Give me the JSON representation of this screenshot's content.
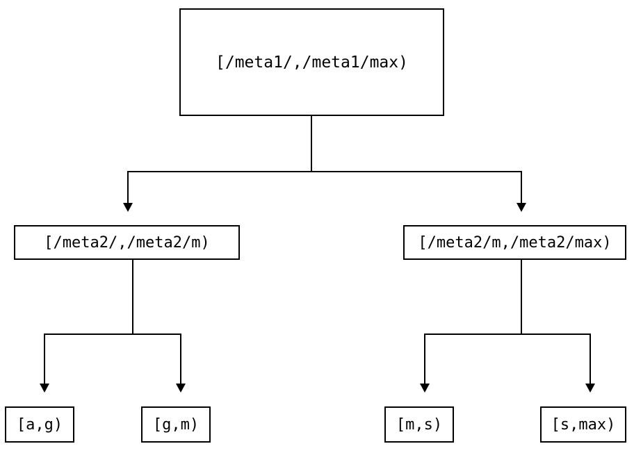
{
  "diagram": {
    "type": "tree",
    "orientation": "top-down",
    "background_color": "#ffffff",
    "line_color": "#000000",
    "text_color": "#000000",
    "nodes": {
      "root": {
        "label": "[/meta1/,/meta1/max)"
      },
      "mid_left": {
        "label": "[/meta2/,/meta2/m)"
      },
      "mid_right": {
        "label": "[/meta2/m,/meta2/max)"
      },
      "leaves": [
        {
          "label": "[a,g)"
        },
        {
          "label": "[g,m)"
        },
        {
          "label": "[m,s)"
        },
        {
          "label": "[s,max)"
        }
      ]
    },
    "edges": [
      {
        "from": "root",
        "to": "mid_left",
        "arrow": "down-triangle"
      },
      {
        "from": "root",
        "to": "mid_right",
        "arrow": "down-triangle"
      },
      {
        "from": "mid_left",
        "to": "leaf_1",
        "arrow": "down-triangle"
      },
      {
        "from": "mid_left",
        "to": "leaf_2",
        "arrow": "down-triangle"
      },
      {
        "from": "mid_right",
        "to": "leaf_3",
        "arrow": "down-triangle"
      },
      {
        "from": "mid_right",
        "to": "leaf_4",
        "arrow": "down-triangle"
      }
    ]
  }
}
